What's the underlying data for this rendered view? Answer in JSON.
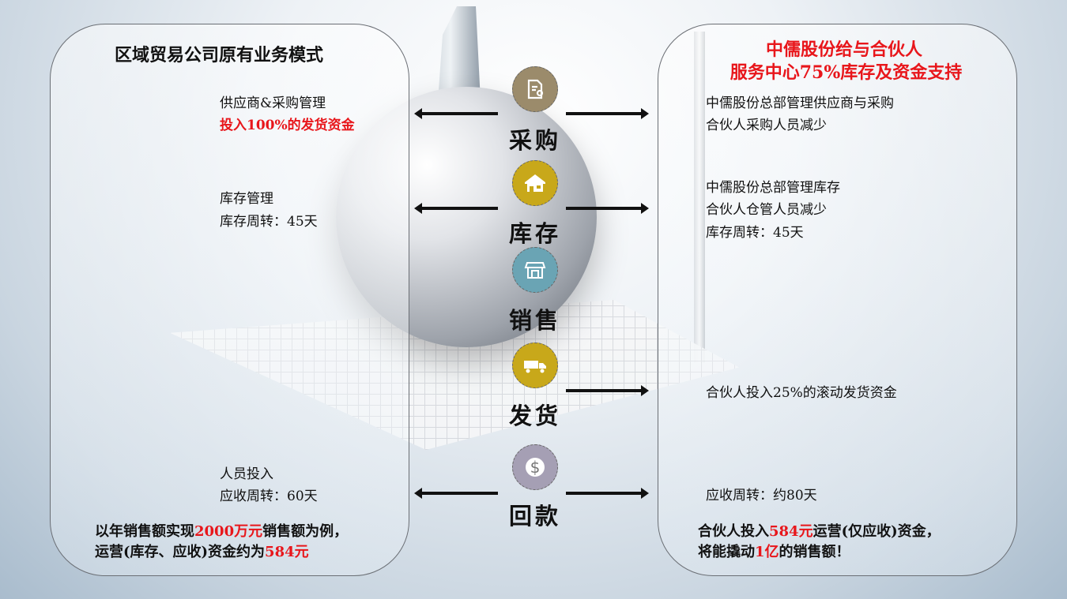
{
  "left": {
    "title": "区域贸易公司原有业务模式",
    "purchase": [
      "供应商&采购管理",
      "投入100%的发货资金"
    ],
    "inventory": [
      "库存管理",
      "库存周转：45天"
    ],
    "collection": [
      "人员投入",
      "应收周转：60天"
    ],
    "summary": {
      "l1a": "以年销售额实现",
      "l1b": "2000万元",
      "l1c": "销售额为例，",
      "l2a": "运营(库存、应收)资金约为",
      "l2b": "584元"
    }
  },
  "right": {
    "title": [
      "中儒股份给与合伙人",
      "服务中心75%库存及资金支持"
    ],
    "purchase": [
      "中儒股份总部管理供应商与采购",
      "合伙人采购人员减少"
    ],
    "inventory": [
      "中儒股份总部管理库存",
      "合伙人仓管人员减少",
      "库存周转：45天"
    ],
    "shipping": "合伙人投入25%的滚动发货资金",
    "collection": "应收周转：约80天",
    "summary": {
      "l1a": "合伙人投入",
      "l1b": "584元",
      "l1c": "运营(仅应收)资金，",
      "l2a": "将能撬动",
      "l2b": "1亿",
      "l2c": "的销售额！"
    }
  },
  "steps": [
    {
      "label": "采购",
      "icon": "certificate-document-icon",
      "color": "#9b8b6b"
    },
    {
      "label": "库存",
      "icon": "warehouse-icon",
      "color": "#c8a81a"
    },
    {
      "label": "销售",
      "icon": "storefront-icon",
      "color": "#6aa4b4"
    },
    {
      "label": "发货",
      "icon": "truck-icon",
      "color": "#c8a81a"
    },
    {
      "label": "回款",
      "icon": "dollar-icon",
      "color": "#a59fb4"
    }
  ],
  "colors": {
    "accent": "#e8161b"
  }
}
